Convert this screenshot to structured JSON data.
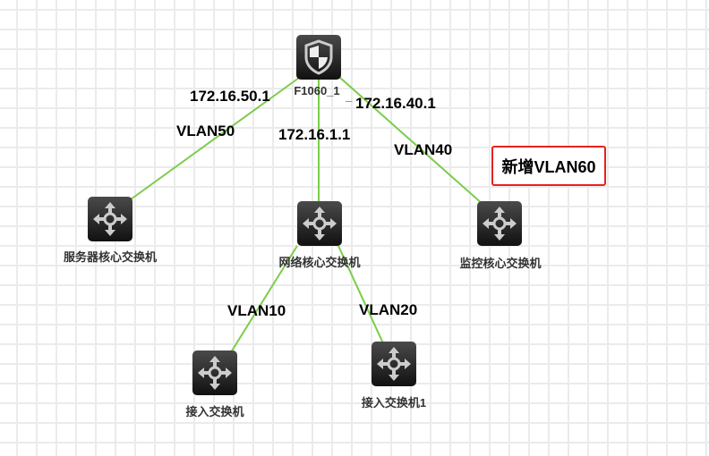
{
  "nodes": {
    "firewall": "F1060_1",
    "server_core": "服务器核心交换机",
    "network_core": "网络核心交换机",
    "monitor_core": "监控核心交换机",
    "access": "接入交换机",
    "access1": "接入交换机1"
  },
  "links": {
    "ip50": "172.16.50.1",
    "vlan50": "VLAN50",
    "ip1": "172.16.1.1",
    "ip40": "172.16.40.1",
    "vlan40": "VLAN40",
    "vlan10": "VLAN10",
    "vlan20": "VLAN20",
    "dash": "_"
  },
  "annotation": "新增VLAN60",
  "colors": {
    "link": "#7dcc4a",
    "note_border": "#e8201f"
  }
}
